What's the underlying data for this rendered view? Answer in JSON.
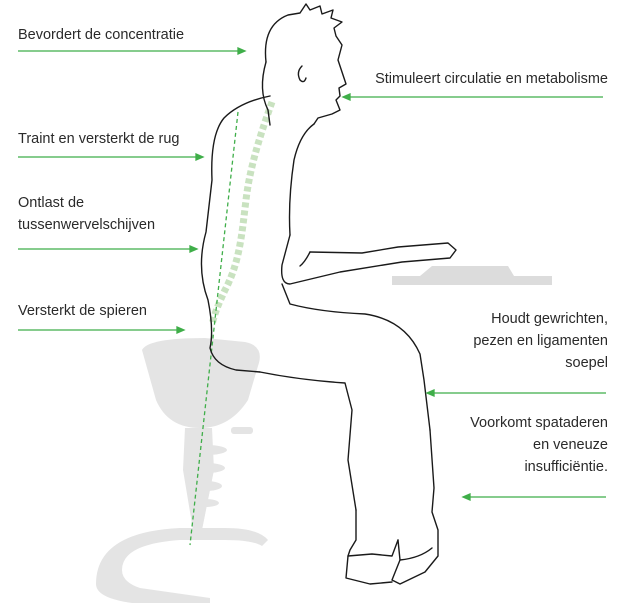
{
  "labels": {
    "concentration": "Bevordert de concentratie",
    "circulation": "Stimuleert circulatie en metabolisme",
    "back": "Traint en versterkt de rug",
    "discs_line1": "Ontlast de",
    "discs_line2": "tussenwervelschijven",
    "muscles": "Versterkt de spieren",
    "joints_line1": "Houdt gewrichten,",
    "joints_line2": "pezen en ligamenten",
    "joints_line3": "soepel",
    "veins_line1": "Voorkomt spataderen",
    "veins_line2": "en veneuze",
    "veins_line3": "insufficiëntie."
  },
  "colors": {
    "accent_green": "#3fae49",
    "spine_green": "#c9e2c0",
    "stool_gray": "#e4e4e4",
    "outline": "#1a1a1a"
  }
}
